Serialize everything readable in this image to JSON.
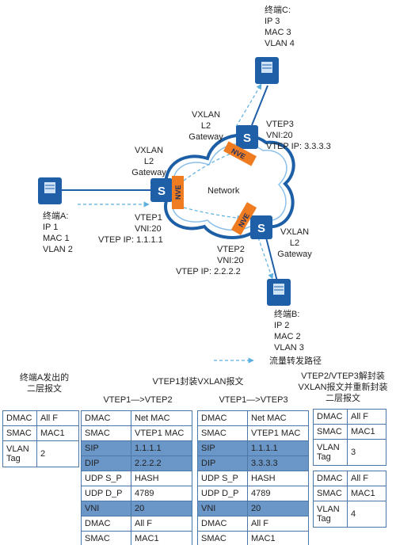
{
  "terminal_a": {
    "name": "终端A:",
    "ip": "IP 1",
    "mac": "MAC 1",
    "vlan": "VLAN 2"
  },
  "terminal_b": {
    "name": "终端B:",
    "ip": "IP 2",
    "mac": "MAC 2",
    "vlan": "VLAN 3"
  },
  "terminal_c": {
    "name": "终端C:",
    "ip": "IP 3",
    "mac": "MAC 3",
    "vlan": "VLAN 4"
  },
  "vtep1": {
    "role1": "VXLAN",
    "role2": "L2",
    "role3": "Gateway",
    "name": "VTEP1",
    "vni": "VNI:20",
    "ip": "VTEP IP: 1.1.1.1"
  },
  "vtep2": {
    "role1": "VXLAN",
    "role2": "L2",
    "role3": "Gateway",
    "name": "VTEP2",
    "vni": "VNI:20",
    "ip": "VTEP IP: 2.2.2.2"
  },
  "vtep3": {
    "role1": "VXLAN",
    "role2": "L2",
    "role3": "Gateway",
    "name": "VTEP3",
    "vni": "VNI:20",
    "ip": "VTEP IP: 3.3.3.3"
  },
  "network_label": "Network",
  "nve_label": "NVE",
  "switch_glyph": "S",
  "legend": {
    "label": "流量转发路径"
  },
  "colors": {
    "switch_blue": "#1f5fa8",
    "nve_orange": "#f07c22",
    "cloud_line": "#2a6fb5",
    "path_dashed": "#5bb0e0",
    "table_border": "#4a76a8",
    "table_highlight": "#6b96c8"
  },
  "captions": {
    "a_sent_1": "终端A发出的",
    "a_sent_2": "二层报文",
    "vtep1_encap": "VTEP1封装VXLAN报文",
    "v1_to_v2": "VTEP1—>VTEP2",
    "v1_to_v3": "VTEP1—>VTEP3",
    "decap_1": "VTEP2/VTEP3解封装",
    "decap_2": "VXLAN报文并重新封装",
    "decap_3": "二层报文"
  },
  "table_a": [
    [
      "DMAC",
      "All F"
    ],
    [
      "SMAC",
      "MAC1"
    ],
    [
      "VLAN Tag",
      "2"
    ]
  ],
  "table_v2": [
    [
      "DMAC",
      "Net MAC"
    ],
    [
      "SMAC",
      "VTEP1 MAC"
    ],
    [
      "SIP",
      "1.1.1.1"
    ],
    [
      "DIP",
      "2.2.2.2"
    ],
    [
      "UDP S_P",
      "HASH"
    ],
    [
      "UDP D_P",
      "4789"
    ],
    [
      "VNI",
      "20"
    ],
    [
      "DMAC",
      "All F"
    ],
    [
      "SMAC",
      "MAC1"
    ]
  ],
  "table_v3": [
    [
      "DMAC",
      "Net MAC"
    ],
    [
      "SMAC",
      "VTEP1 MAC"
    ],
    [
      "SIP",
      "1.1.1.1"
    ],
    [
      "DIP",
      "3.3.3.3"
    ],
    [
      "UDP S_P",
      "HASH"
    ],
    [
      "UDP D_P",
      "4789"
    ],
    [
      "VNI",
      "20"
    ],
    [
      "DMAC",
      "All F"
    ],
    [
      "SMAC",
      "MAC1"
    ]
  ],
  "table_b": [
    [
      "DMAC",
      "All F"
    ],
    [
      "SMAC",
      "MAC1"
    ],
    [
      "VLAN Tag",
      "3"
    ]
  ],
  "table_c": [
    [
      "DMAC",
      "All F"
    ],
    [
      "SMAC",
      "MAC1"
    ],
    [
      "VLAN Tag",
      "4"
    ]
  ]
}
